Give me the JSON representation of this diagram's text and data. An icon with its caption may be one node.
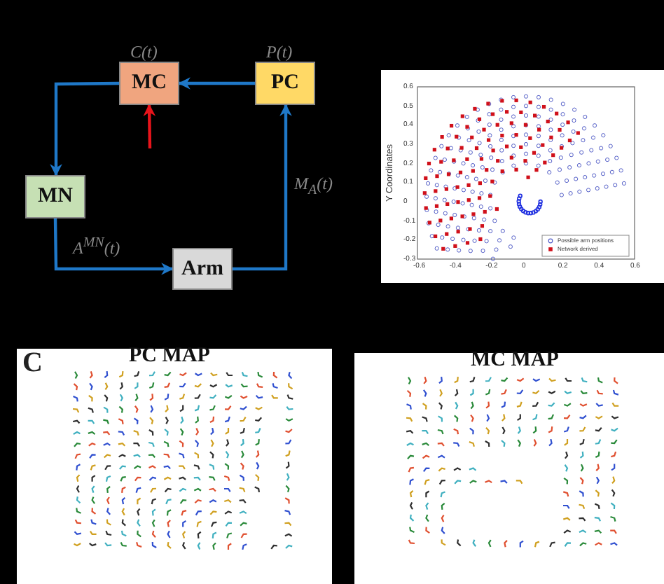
{
  "diagram": {
    "nodes": [
      {
        "text": [
          "MC"
        ],
        "beside": [
          "C(t)"
        ]
      },
      {
        "text": [
          "PC"
        ],
        "beside": [
          "P(t)"
        ]
      },
      {
        "text": [
          "MN"
        ]
      },
      {
        "text": [
          "Arm"
        ]
      }
    ],
    "edges": [
      {
        "from": 0,
        "to": 2,
        "arrow": "to"
      },
      {
        "from": 2,
        "to": 3,
        "arrow": "to",
        "label": "A$^{MN}$(t)"
      },
      {
        "from": 3,
        "to": 1,
        "arrow": "to",
        "label": "M$_{A}$(t)"
      },
      {
        "from": 1,
        "to": 0,
        "arrow": "to"
      },
      {
        "from": null,
        "to": 0,
        "arrow": "to",
        "color": "#e8141b"
      }
    ],
    "labels": [
      "Y Coordinates",
      "0.6",
      "0.5",
      "0.4",
      "0.3",
      "0.2",
      "0.1",
      "0",
      "-0.1",
      "-0.2",
      "-0.3",
      "-0.6",
      "-0.4",
      "-0.2",
      "0",
      "0.2",
      "0.4",
      "0.6",
      "C",
      "PC MAP",
      "MC MAP"
    ],
    "legend": [
      {
        "text": "Possible arm positions"
      },
      {
        "text": "Network derived"
      }
    ]
  }
}
